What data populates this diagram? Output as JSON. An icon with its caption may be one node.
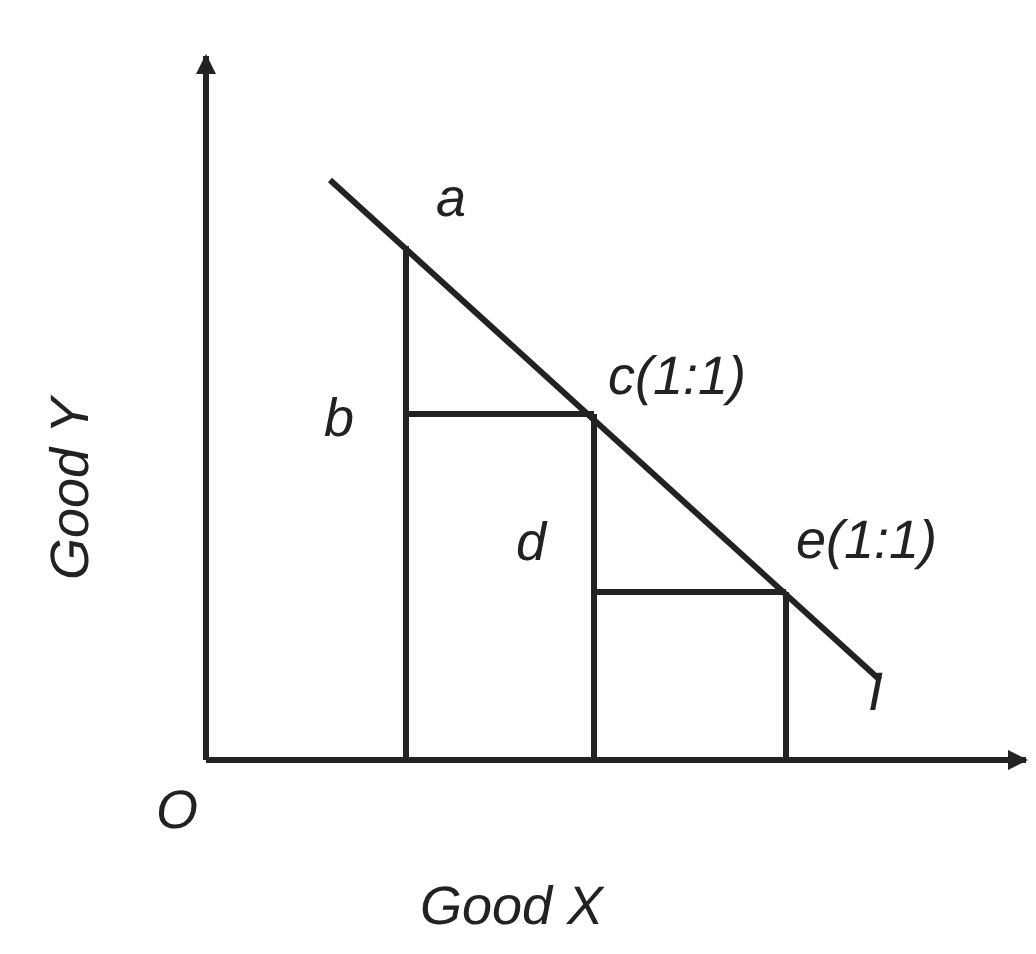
{
  "diagram": {
    "labels": [
      "a",
      "b",
      "c(1:1)",
      "Good Y",
      "d",
      "e(1:1)",
      "I",
      "O",
      "Good X"
    ]
  }
}
